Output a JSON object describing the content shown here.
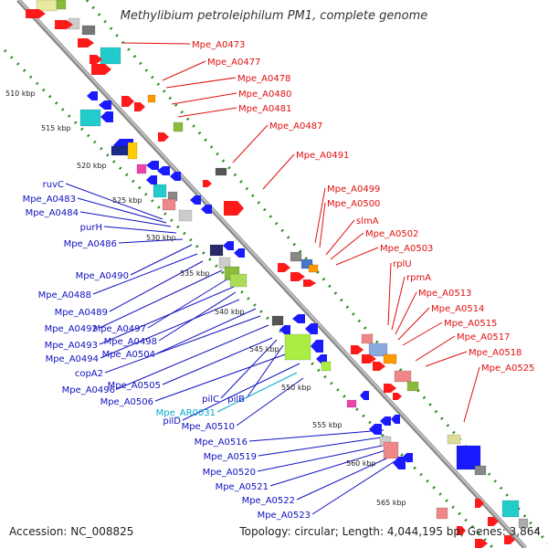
{
  "title": "Methylibium petroleiphilum PM1, complete genome",
  "accession_label": "Accession: NC_008825",
  "topology_label": "Topology: circular; Length: 4,044,195 bp; Genes: 3,864",
  "colors": {
    "backbone": "#8c8c8c",
    "tick": "#2e8b22",
    "label_forward": "#e01010",
    "label_reverse": "#1010c0",
    "label_rna": "#00aacc",
    "gene_forward": "#ff1a1a",
    "gene_reverse": "#1a1aff"
  },
  "scale_labels": [
    "510 kbp",
    "515 kbp",
    "520 kbp",
    "525 kbp",
    "530 kbp",
    "535 kbp",
    "540 kbp",
    "545 kbp",
    "550 kbp",
    "555 kbp",
    "560 kbp",
    "565 kbp"
  ],
  "labels_forward": [
    "Mpe_A0473",
    "Mpe_A0477",
    "Mpe_A0478",
    "Mpe_A0480",
    "Mpe_A0481",
    "Mpe_A0487",
    "Mpe_A0491",
    "Mpe_A0499",
    "Mpe_A0500",
    "slmA",
    "Mpe_A0502",
    "Mpe_A0503",
    "rplU",
    "rpmA",
    "Mpe_A0513",
    "Mpe_A0514",
    "Mpe_A0515",
    "Mpe_A0517",
    "Mpe_A0518",
    "Mpe_A0525"
  ],
  "labels_reverse": [
    "ruvC",
    "Mpe_A0483",
    "Mpe_A0484",
    "purH",
    "Mpe_A0486",
    "Mpe_A0490",
    "Mpe_A0488",
    "Mpe_A0489",
    "Mpe_A0492",
    "Mpe_A0497",
    "Mpe_A0493",
    "Mpe_A0498",
    "Mpe_A0494",
    "Mpe_A0504",
    "copA2",
    "Mpe_A0496",
    "Mpe_A0505",
    "pilC",
    "pilB",
    "Mpe_A0506",
    "Mpe_AR0031",
    "pilD",
    "Mpe_A0510",
    "Mpe_A0516",
    "Mpe_A0519",
    "Mpe_A0520",
    "Mpe_A0521",
    "Mpe_A0522",
    "Mpe_A0523"
  ]
}
